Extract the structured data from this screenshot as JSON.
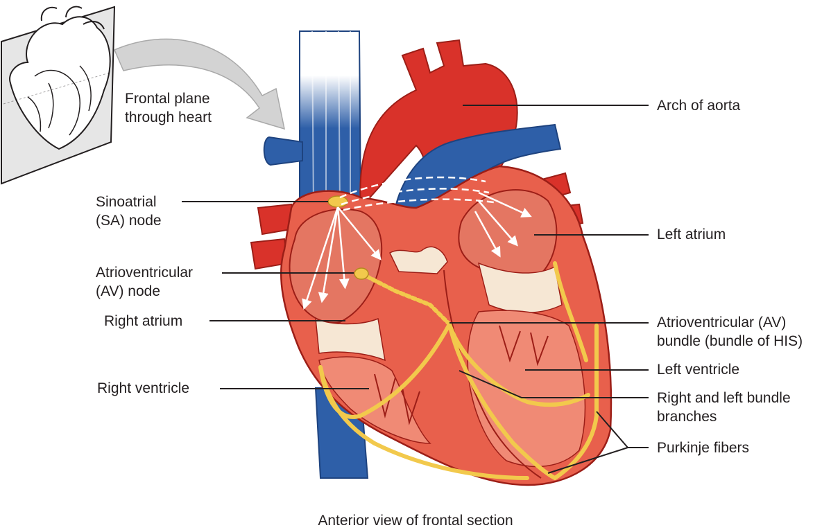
{
  "inset_label": {
    "line1": "Frontal plane",
    "line2": "through heart"
  },
  "labels": {
    "sinoatrial": {
      "line1": "Sinoatrial",
      "line2": "(SA) node"
    },
    "atrioventricular_node": {
      "line1": "Atrioventricular",
      "line2": "(AV) node"
    },
    "right_atrium": "Right atrium",
    "right_ventricle": "Right ventricle",
    "arch_of_aorta": "Arch of aorta",
    "left_atrium": "Left atrium",
    "av_bundle": {
      "line1": "Atrioventricular (AV)",
      "line2": "bundle (bundle of HIS)"
    },
    "left_ventricle": "Left ventricle",
    "bundle_branches": {
      "line1": "Right and left bundle",
      "line2": "branches"
    },
    "purkinje_fibers": "Purkinje fibers"
  },
  "caption": "Anterior view of frontal section",
  "colors": {
    "muscle": "#e8604c",
    "muscle_dark": "#c9392b",
    "aorta": "#d9322a",
    "vein_blue": "#2e5fa8",
    "vein_dark": "#1e437f",
    "conduction": "#f2c94c",
    "valve": "#f6e7d4",
    "leader": "#231f20"
  }
}
